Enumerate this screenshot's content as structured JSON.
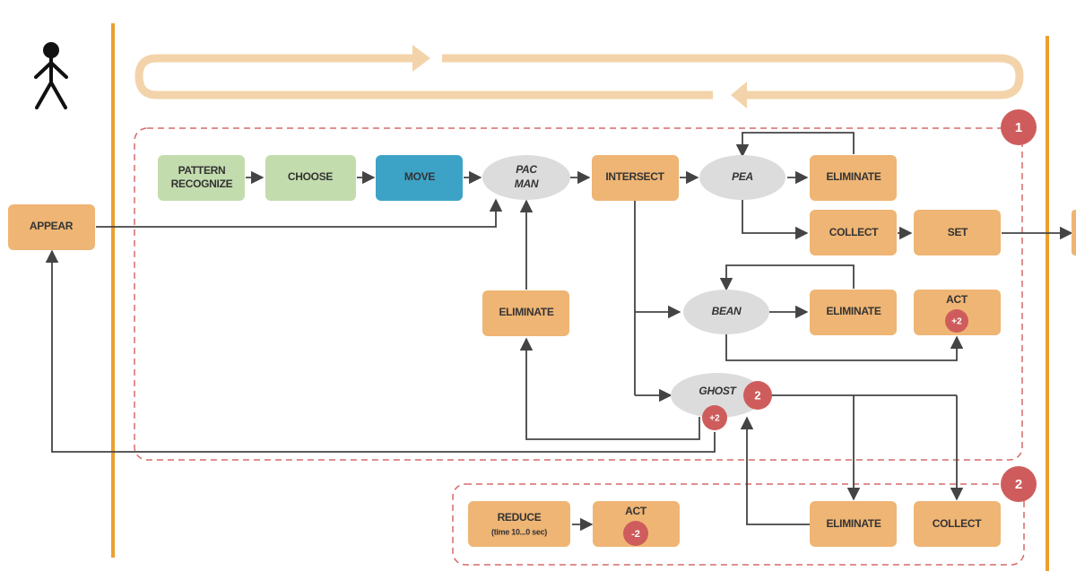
{
  "colors": {
    "orange_node": "#efb574",
    "green_node": "#c3dcae",
    "blue_node": "#3da3c6",
    "gray_node": "#dcdcdc",
    "badge": "#cf5c5c",
    "lane_line": "#eba02d",
    "flow_arrow": "#f3d3aa",
    "dashed_region": "#d66a6a",
    "connector": "#444444"
  },
  "actor": {
    "icon": "stick-figure-icon"
  },
  "nodes": {
    "appear": "APPEAR",
    "pattern_recognize": [
      "PATTERN",
      "RECOGNIZE"
    ],
    "choose": "CHOOSE",
    "move": "MOVE",
    "pacman": [
      "PAC",
      "MAN"
    ],
    "intersect": "INTERSECT",
    "pea": "PEA",
    "eliminate_pea": "ELIMINATE",
    "collect_pea": "COLLECT",
    "set": "SET",
    "bean": "BEAN",
    "eliminate_bean": "ELIMINATE",
    "act_bean": "ACT",
    "act_bean_value": "+2",
    "eliminate_left": "ELIMINATE",
    "ghost": "GHOST",
    "ghost_value": "+2",
    "eliminate_ghost": "ELIMINATE",
    "collect_ghost": "COLLECT",
    "reduce": "REDUCE",
    "reduce_sub": "(time 10...0 sec)",
    "act_reduce": "ACT",
    "act_reduce_value": "-2"
  },
  "badges": {
    "region1": "1",
    "region2": "2",
    "ghost": "2"
  }
}
